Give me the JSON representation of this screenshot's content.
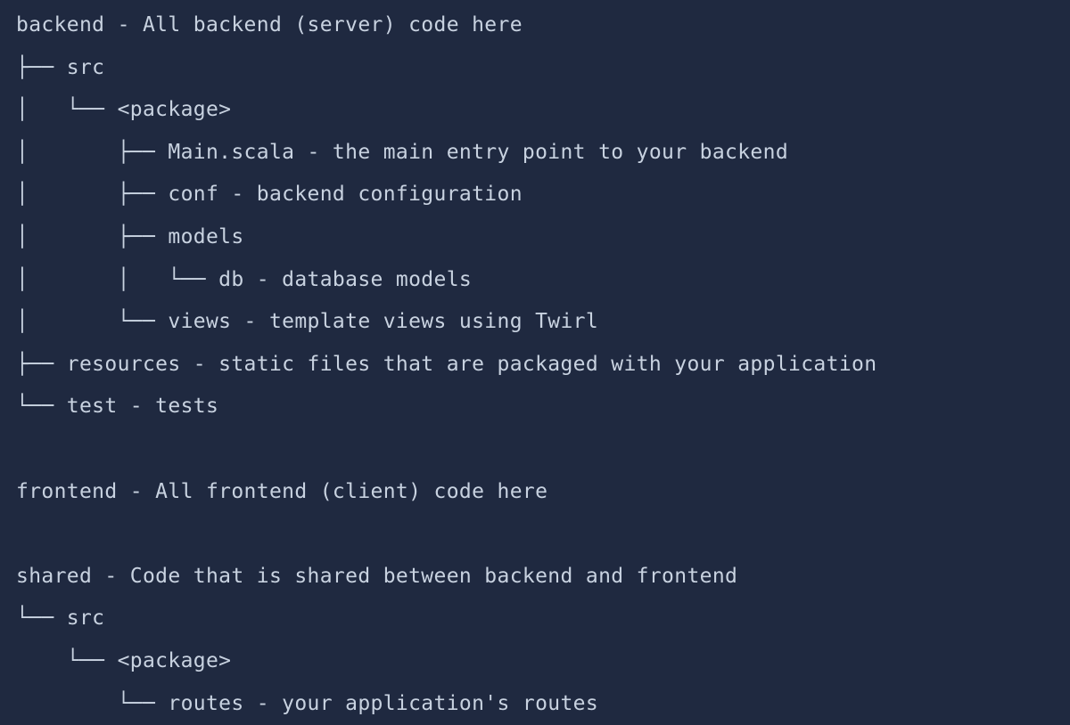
{
  "theme": {
    "background_color": "#1f2940",
    "text_color": "#c8d2e0"
  },
  "tree": {
    "lines": [
      "backend - All backend (server) code here",
      "├── src",
      "│   └── <package>",
      "│       ├── Main.scala - the main entry point to your backend",
      "│       ├── conf - backend configuration",
      "│       ├── models",
      "│       │   └── db - database models",
      "│       └── views - template views using Twirl",
      "├── resources - static files that are packaged with your application",
      "└── test - tests",
      "",
      "frontend - All frontend (client) code here",
      "",
      "shared - Code that is shared between backend and frontend",
      "└── src",
      "    └── <package>",
      "        └── routes - your application's routes"
    ]
  }
}
